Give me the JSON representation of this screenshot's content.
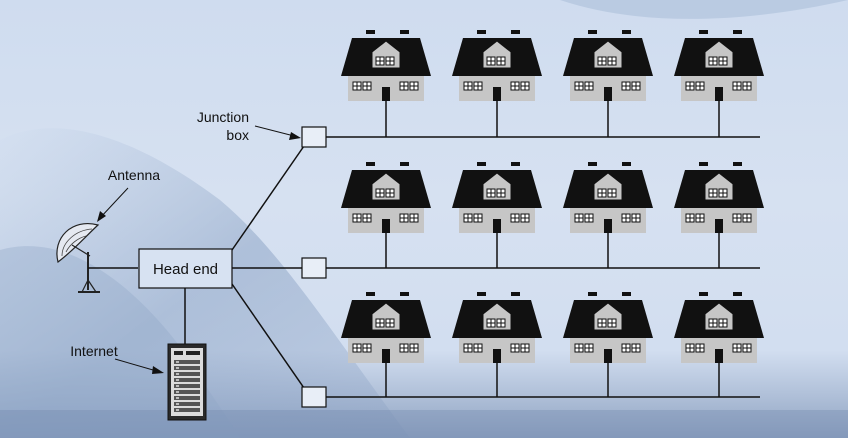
{
  "labels": {
    "junction_box": [
      "Junction",
      "box"
    ],
    "antenna": "Antenna",
    "head_end": "Head end",
    "internet": "Internet"
  },
  "houses": {
    "rows": 3,
    "columns": 4
  },
  "colors": {
    "background": "#d2def0",
    "house_roof": "#111111",
    "house_wall": "#c6c6c6",
    "line": "#111111",
    "head_end_fill": "#d7e2f2"
  }
}
